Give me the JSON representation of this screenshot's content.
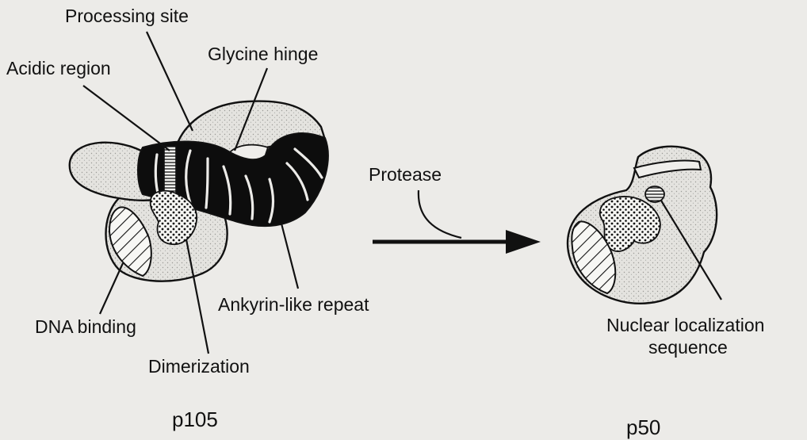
{
  "labels": {
    "processing_site": "Processing site",
    "acidic_region": "Acidic region",
    "glycine_hinge": "Glycine hinge",
    "protease": "Protease",
    "ankyrin_repeat": "Ankyrin-like repeat",
    "dna_binding": "DNA binding",
    "dimerization": "Dimerization",
    "nls_line1": "Nuclear localization",
    "nls_line2": "sequence",
    "p105": "p105",
    "p50": "p50"
  },
  "colors": {
    "background": "#ecebe8",
    "ink": "#111111",
    "protein_fill": "#e3e2de",
    "ankyrin_band": "#0d0d0d"
  }
}
